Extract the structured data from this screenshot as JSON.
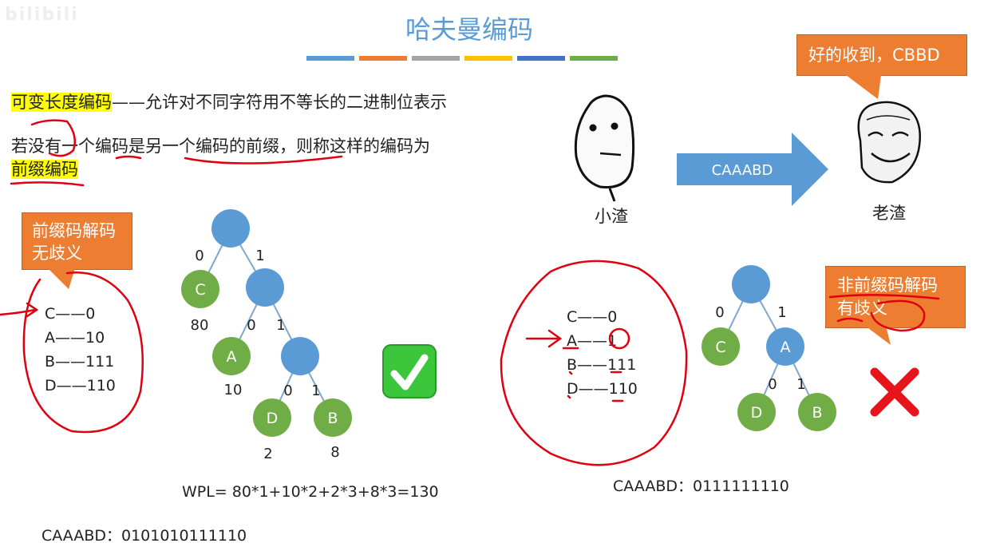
{
  "watermark": "bilibili",
  "title": "哈夫曼编码",
  "colorbar": [
    "#5b9bd5",
    "#ed7d31",
    "#a5a5a5",
    "#ffc000",
    "#4472c4",
    "#70ad47"
  ],
  "definition": {
    "term1": "可变长度编码",
    "text1": "——允许对不同字符用不等长的二进制位表示",
    "text2": "若没有一个编码是另一个编码的前缀，则称这样的编码为",
    "term2": "前缀编码"
  },
  "callout_left": {
    "text": "前缀码解码无歧义"
  },
  "callout_right": {
    "text": "非前缀码解码有歧义"
  },
  "callout_top": {
    "text": "好的收到，CBBD"
  },
  "left_codes": [
    "C——0",
    "A——10",
    "B——111",
    "D——110"
  ],
  "right_codes": [
    "C——0",
    "A——1",
    "B——111",
    "D——110"
  ],
  "left_tree": {
    "edges": [
      "0",
      "1",
      "0",
      "1",
      "0",
      "1"
    ],
    "leaves": [
      "C",
      "A",
      "D",
      "B"
    ],
    "weights": [
      "80",
      "10",
      "2",
      "8"
    ]
  },
  "right_tree": {
    "edges": [
      "0",
      "1",
      "0",
      "1"
    ],
    "nodes": [
      "C",
      "A",
      "D",
      "B"
    ]
  },
  "wpl": "WPL= 80*1+10*2+2*3+8*3=130",
  "encoding_left": "CAAABD：0101010111110",
  "encoding_right": "CAAABD：0111111110",
  "transmission": {
    "message": "CAAABD",
    "sender": "小渣",
    "receiver": "老渣"
  },
  "icons": {
    "correct": "check-icon",
    "wrong": "cross-icon"
  },
  "colors": {
    "tree_node": "#5b9bd5",
    "leaf_node": "#70ad47",
    "callout": "#ed7d31",
    "highlight": "#ffff00",
    "annotation": "#e00010",
    "arrow": "#5b9bd5",
    "check": "#3cc63c",
    "cross": "#e8141b"
  }
}
